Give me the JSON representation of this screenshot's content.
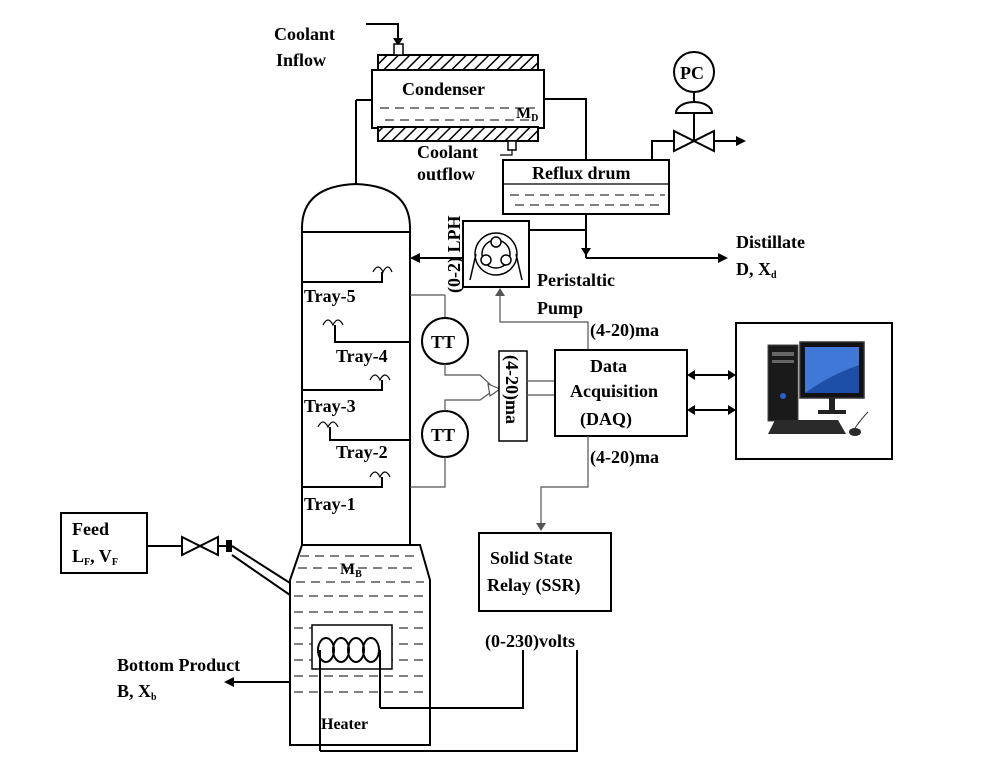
{
  "labels": {
    "coolant_in_1": "Coolant",
    "coolant_in_2": "Inflow",
    "condenser": "Condenser",
    "condenser_holdup": "M",
    "condenser_holdup_sub": "D",
    "coolant_out_1": "Coolant",
    "coolant_out_2": "outflow",
    "reflux_drum": "Reflux drum",
    "pc": "PC",
    "distillate_1": "Distillate",
    "distillate_2": "D, X",
    "distillate_2_sub": "d",
    "pump_range": "(0-2) LPH",
    "pump_1": "Peristaltic",
    "pump_2": "Pump",
    "signal_top": "(4-20)ma",
    "signal_mid": "(4-20)ma",
    "signal_bottom": "(4-20)ma",
    "tt_upper": "TT",
    "tt_lower": "TT",
    "daq_1": "Data",
    "daq_2": "Acquisition",
    "daq_3": "(DAQ)",
    "tray5": "Tray-5",
    "tray4": "Tray-4",
    "tray3": "Tray-3",
    "tray2": "Tray-2",
    "tray1": "Tray-1",
    "feed_1": "Feed",
    "feed_2_a": "L",
    "feed_2_a_sub": "F",
    "feed_2_b": ", V",
    "feed_2_b_sub": "F",
    "reboiler_holdup": "M",
    "reboiler_holdup_sub": "B",
    "ssr_1": "Solid State",
    "ssr_2": "Relay (SSR)",
    "voltage": "(0-230)volts",
    "bottom_1": "Bottom Product",
    "bottom_2": "B, X",
    "bottom_2_sub": "b",
    "heater": "Heater"
  },
  "icons": {
    "computer": "desktop-computer-icon",
    "valve": "gate-valve-icon",
    "pump": "peristaltic-pump-icon"
  }
}
